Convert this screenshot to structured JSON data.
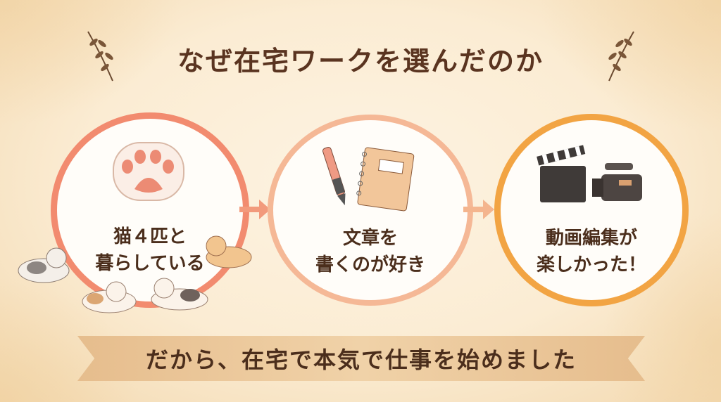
{
  "title": "なぜ在宅ワークを選んだのか",
  "steps": [
    {
      "line1": "猫４匹と",
      "line2": "暮らしている",
      "icon": "paw-icon",
      "color": "#f28b6f"
    },
    {
      "line1": "文章を",
      "line2": "書くのが好き",
      "icon": "pen-notebook-icon",
      "color": "#f5b896"
    },
    {
      "line1": "動画編集が",
      "line2": "楽しかった！",
      "icon": "clapper-camera-icon",
      "color": "#f2a443"
    }
  ],
  "conclusion": "だから、在宅で本気で仕事を始めました"
}
